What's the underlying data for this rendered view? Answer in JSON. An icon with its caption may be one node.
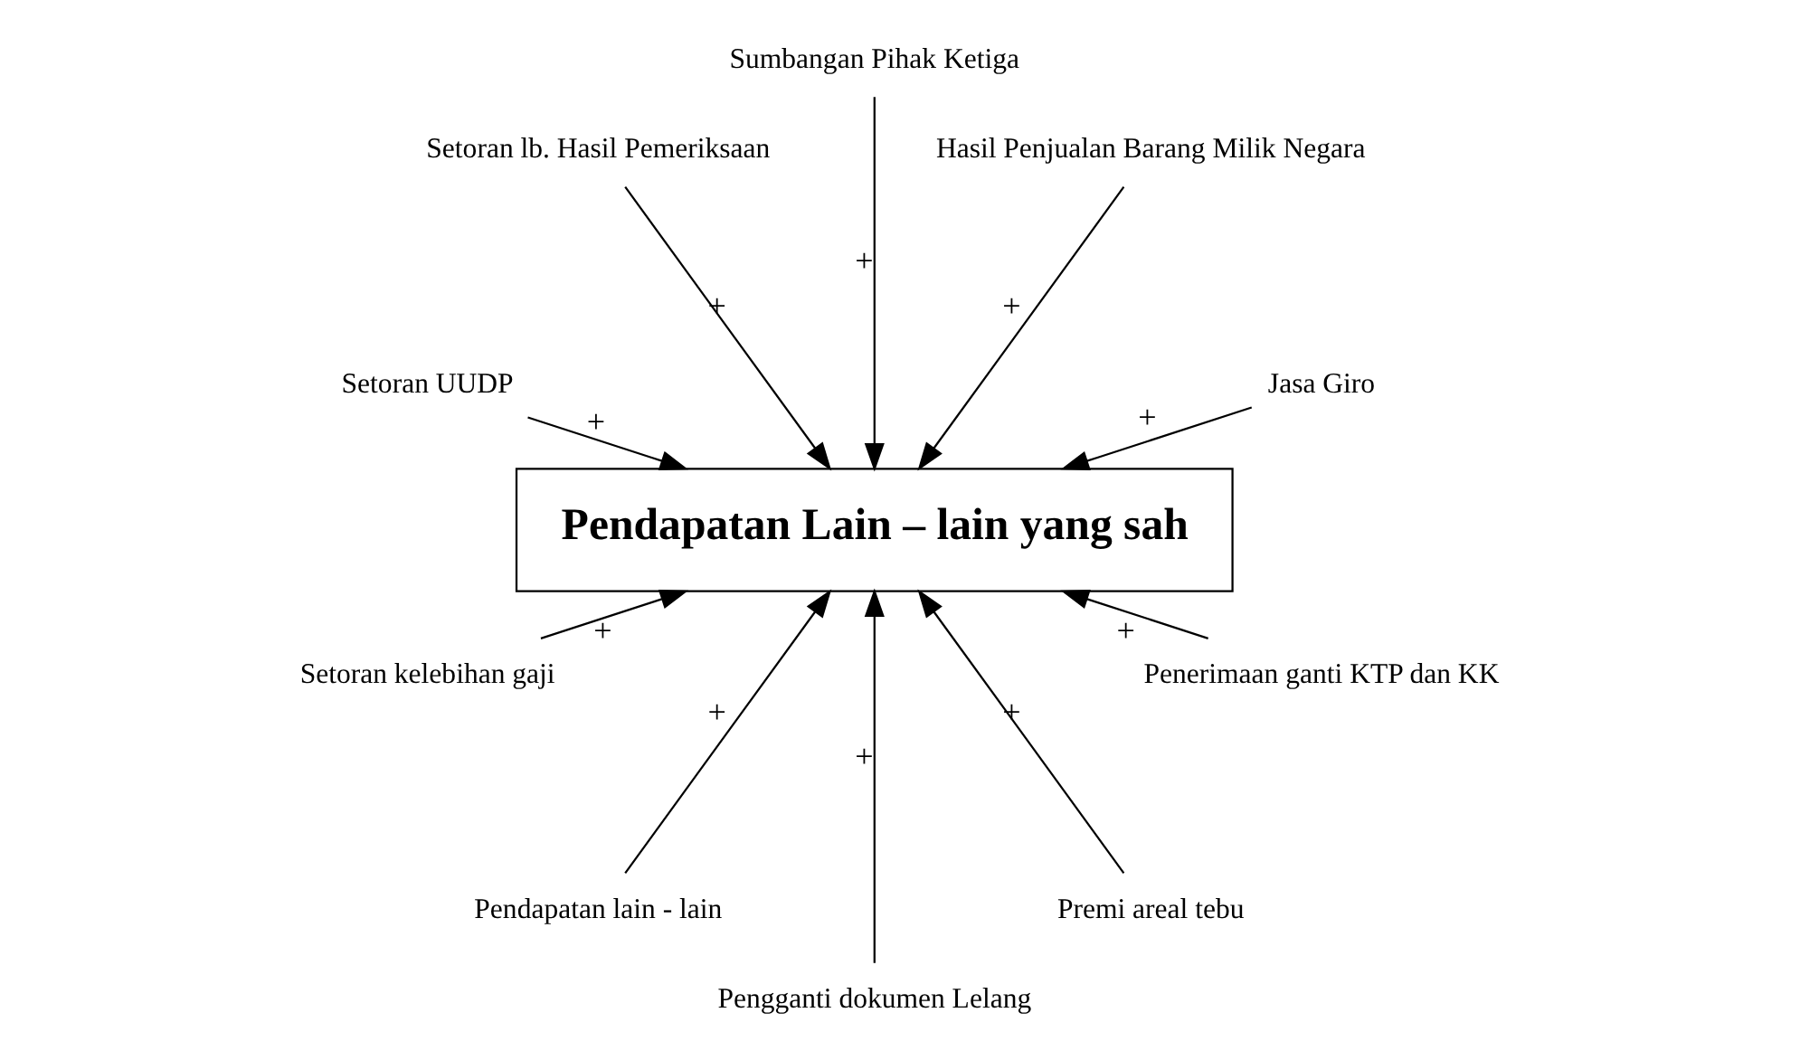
{
  "diagram": {
    "nodes": [
      {
        "text": [
          "Jasa Giro"
        ]
      },
      {
        "text": [
          "Hasil Penjualan Barang Milik Negara"
        ]
      },
      {
        "text": [
          "Sumbangan Pihak Ketiga"
        ]
      },
      {
        "text": [
          "Setoran lb. Hasil Pemeriksaan"
        ]
      },
      {
        "text": [
          "Setoran UUDP"
        ]
      },
      {
        "text": [
          "Pendapatan Lain – lain yang sah"
        ]
      },
      {
        "text": [
          "Setoran kelebihan gaji"
        ]
      },
      {
        "text": [
          "Pendapatan lain - lain"
        ]
      },
      {
        "text": [
          "Pengganti dokumen Lelang"
        ]
      },
      {
        "text": [
          "Premi areal tebu"
        ]
      },
      {
        "text": [
          "Penerimaan ganti KTP dan KK"
        ]
      }
    ],
    "edges": [
      {
        "from": 0,
        "to": 5,
        "arrow": "to",
        "label": "+"
      },
      {
        "from": 1,
        "to": 5,
        "arrow": "to",
        "label": "+"
      },
      {
        "from": 2,
        "to": 5,
        "arrow": "to",
        "label": "+"
      },
      {
        "from": 3,
        "to": 5,
        "arrow": "to",
        "label": "+"
      },
      {
        "from": 4,
        "to": 5,
        "arrow": "to",
        "label": "+"
      },
      {
        "from": 6,
        "to": 5,
        "arrow": "to",
        "label": "+"
      },
      {
        "from": 7,
        "to": 5,
        "arrow": "to",
        "label": "+"
      },
      {
        "from": 8,
        "to": 5,
        "arrow": "to",
        "label": "+"
      },
      {
        "from": 9,
        "to": 5,
        "arrow": "to",
        "label": "+"
      },
      {
        "from": 10,
        "to": 5,
        "arrow": "to",
        "label": "+"
      }
    ]
  }
}
